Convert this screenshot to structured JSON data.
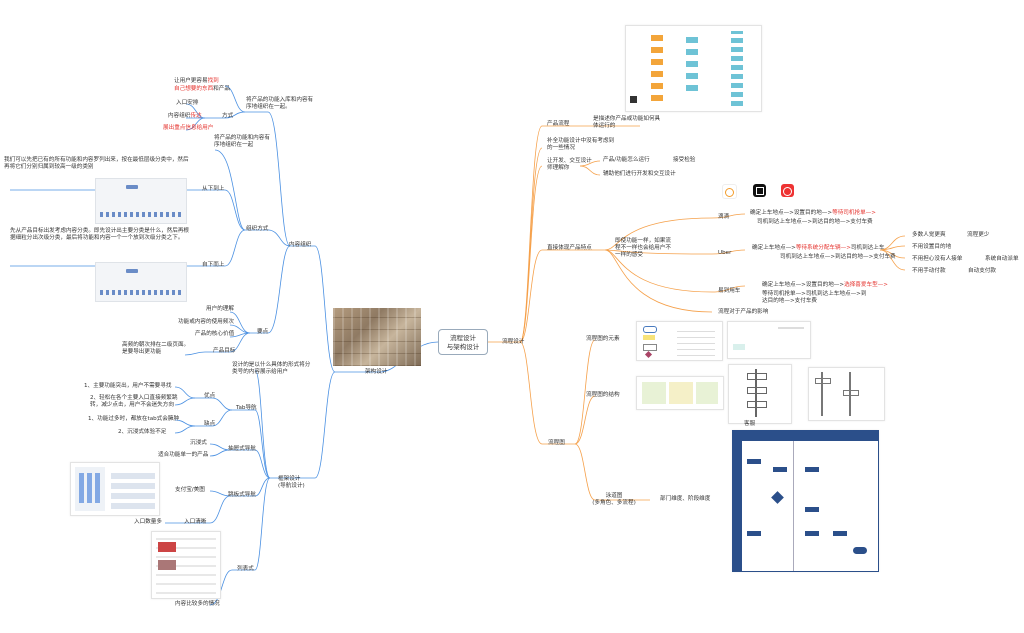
{
  "root": {
    "line1": "流程设计",
    "line2": "与架构设计"
  },
  "left": {
    "arch_label": "架构设计",
    "content_org": "内容组织",
    "desc1": "将产品的功能入库和内容有序地组织在一起。",
    "user_find_1": "让用户更容易",
    "user_find_hl": "找到",
    "user_find_2": "自己想要的东西",
    "user_find_3": "和产品",
    "method": "方式",
    "entry": "入口安排",
    "content_org2_1": "内容组织",
    "content_org2_hl": "传达",
    "show_info": "展出重点信息给用户",
    "org_method": "组织方式",
    "org_desc": "将产品的功能和内容有序地组织在一起",
    "top_down": "从下到上",
    "top_down_text": "我们可以先把已有的所有功能和内容罗列出来，按在最低层级分类中，然后再将它们分别归属到较高一级的类别",
    "bottom_up": "自下而上",
    "bottom_up_text": "先从产品目标出发考虑内容分类。即先设计出主要分类是什么，然后再根据细粒分出次级分类，最后将功能和内容一个一个放到次级分类之下。",
    "key_points": "要点",
    "kp1": "用户的理解",
    "kp2": "功能或内容的使用频次",
    "kp3": "产品的核心价值",
    "kp4": "产品目标",
    "kp5": "高频的朝次排在二级页面。是要导出更功能",
    "framework": "框架设计\n(导航设计)",
    "fw_desc": "设计的是以什么具体的形式将分类号的内容展示给用户",
    "tab_nav": "Tab导航",
    "adv": "优点",
    "adv1": "1、主要功能突出，用户不需要寻找",
    "adv2": "2、轻松在各个主要入口直接频繁跳转，减少点击，用户不会迷失方向",
    "disadv": "缺点",
    "dis1": "1、功能过多时，都放在tab式会臃肿",
    "dis2": "2、沉浸式体验不足",
    "drawer_nav": "抽屉式导航",
    "drawer1": "沉浸式",
    "drawer2": "适合功能单一的产品",
    "grid_nav": "跳板式导航",
    "grid1": "支付宝/美图",
    "grid2": "入口清晰",
    "grid3": "入口数量多",
    "list_nav": "列表式",
    "list1": "内容比较多的情况"
  },
  "right": {
    "flow_design": "流程设计",
    "product_flow": "产品流程",
    "pf_desc": "是描述你产品或功能如何具体运行的",
    "supplement": "补全功能设计中没有考虑到的一些情况",
    "dev_flow": "让开发、交互设计师理解你",
    "func_how": "产品/功能怎么运行",
    "accept": "接受检验",
    "assist": "辅助他们进行开发和交互设计",
    "diff": "直接体现产品特点",
    "diff_desc": "即使功能一样，如果流程不一样也会给用户不一样的感受",
    "didi": "滴滴",
    "didi_flow1": "确定上车地点—>设置目的地—>",
    "didi_flow1_hl": "等待司机抢单—>",
    "didi_flow2": "司机到达上车地点—>到达目的地—>支付车费",
    "uber": "Uber",
    "uber_flow1": "确定上车地点—>",
    "uber_flow1_hl": "等待系统分配车辆—>",
    "uber_flow2": "司机到达上车地点—>到达目的地—>支付车费",
    "u1": "多数人觉更爽",
    "u1b": "流程更少",
    "u2": "不用设置目的地",
    "u3": "不用担心没有人接单",
    "u3b": "系统自动派单",
    "u4": "不用手动付款",
    "u4b": "自动支付款",
    "yidao": "易到用车",
    "yidao_flow1": "确定上车地点—>设置目的地—>",
    "yidao_flow1_hl": "选择喜爱车型—>",
    "yidao_flow2": "等待司机抢单—>司机到达上车地点—>到达目的地—>支付车费",
    "impact": "流程对于产品的影响",
    "flow_chart": "流程图",
    "elements": "流程图的元素",
    "structure": "流程图的结构",
    "case": "客服",
    "swimlane": "泳道图\n(多角色、多流程)",
    "dept": "部门维度、阶段维度"
  },
  "colors": {
    "left_branch": "#4a90e2",
    "right_branch": "#f5a04a",
    "highlight": "#e5322d"
  }
}
